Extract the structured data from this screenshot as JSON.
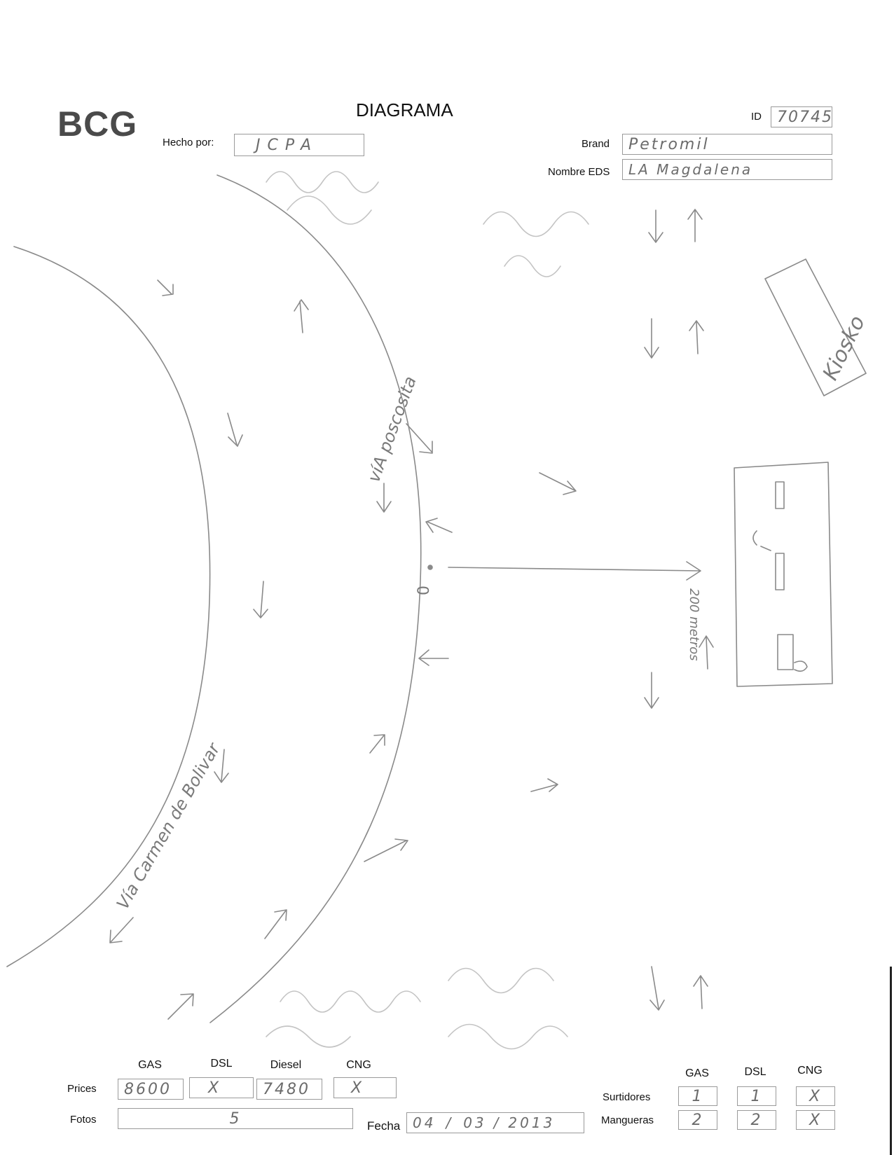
{
  "header": {
    "logo": "BCG",
    "title": "DIAGRAMA",
    "id_label": "ID",
    "id_value": "70745",
    "hecho_por_label": "Hecho por:",
    "hecho_por_value": "JCPA",
    "brand_label": "Brand",
    "brand_value": "Petromil",
    "nombre_eds_label": "Nombre EDS",
    "nombre_eds_value": "LA Magdalena"
  },
  "sketch": {
    "road_upper_label": "víA poscosita",
    "road_lower_label": "Vía Carmen de Bolivar",
    "kiosk_label": "Kiosko",
    "distance_label": "200 metros",
    "origin_marker": "0"
  },
  "prices": {
    "label": "Prices",
    "headers": [
      "GAS",
      "DSL",
      "Diesel",
      "CNG"
    ],
    "values": [
      "8600",
      "X",
      "7480",
      "X"
    ]
  },
  "fotos": {
    "label": "Fotos",
    "value": "5"
  },
  "fecha": {
    "label": "Fecha",
    "day": "04",
    "month": "03",
    "year": "2013"
  },
  "counts": {
    "headers": [
      "GAS",
      "DSL",
      "CNG"
    ],
    "surtidores_label": "Surtidores",
    "surtidores_values": [
      "1",
      "1",
      "X"
    ],
    "mangueras_label": "Mangueras",
    "mangueras_values": [
      "2",
      "2",
      "X"
    ]
  }
}
